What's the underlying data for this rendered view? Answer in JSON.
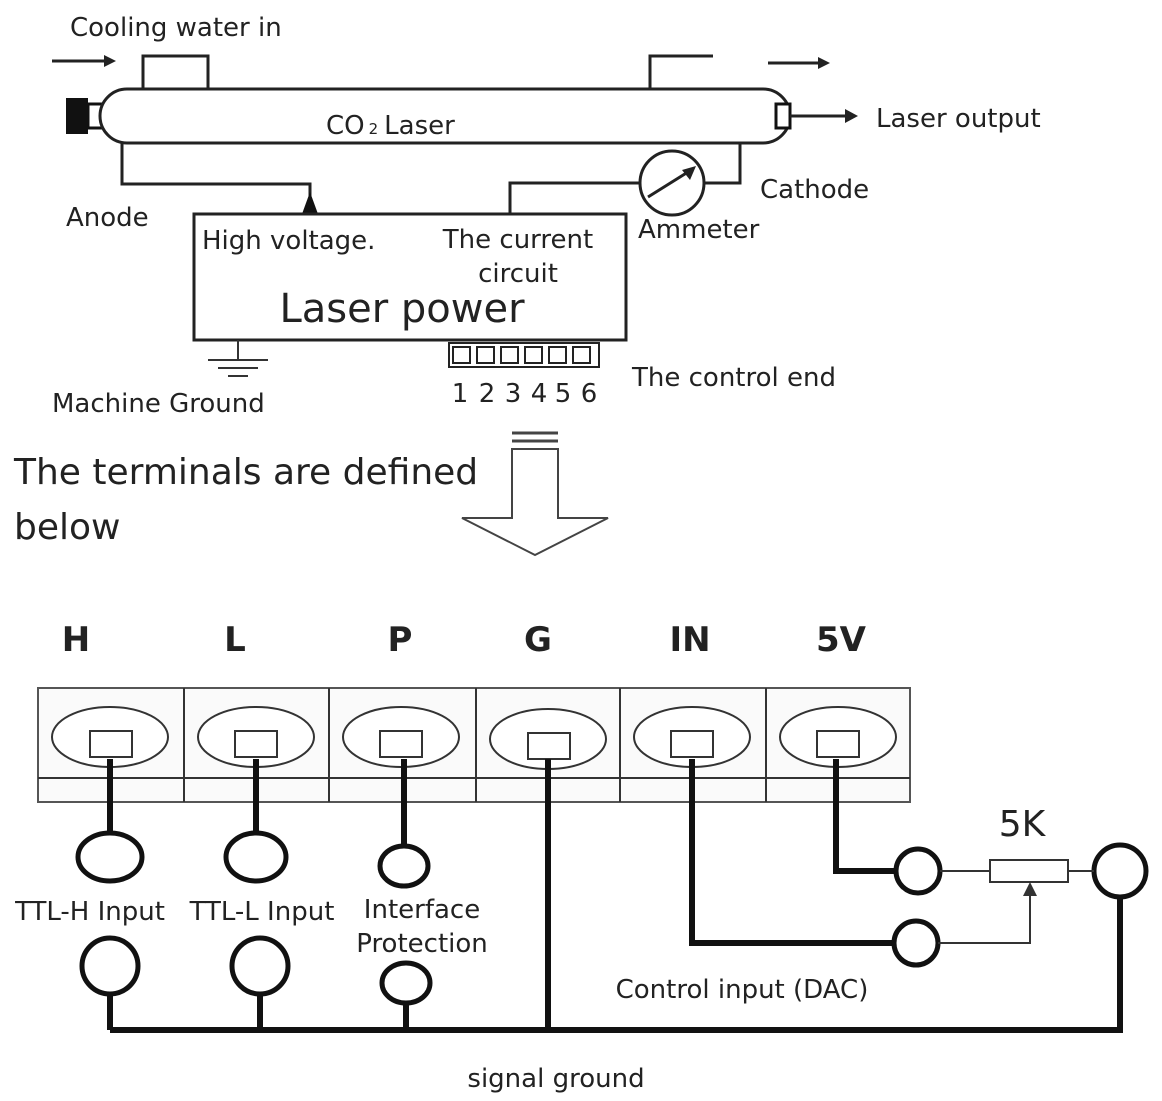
{
  "top": {
    "cooling_water_in": "Cooling water in",
    "co2_prefix": "CO",
    "co2_subscript": "2",
    "laser_word": "Laser",
    "laser_output": "Laser output",
    "anode": "Anode",
    "cathode": "Cathode",
    "ammeter": "Ammeter",
    "high_voltage": "High voltage.",
    "current_circuit_line1": "The current",
    "current_circuit_line2": "circuit",
    "laser_power": "Laser power",
    "control_end": "The control end",
    "pin_numbers": [
      "1",
      "2",
      "3",
      "4",
      "5",
      "6"
    ],
    "machine_ground": "Machine Ground"
  },
  "transition": {
    "line1": "The terminals are defined",
    "line2": "below"
  },
  "terminals": {
    "labels": [
      "H",
      "L",
      "P",
      "G",
      "IN",
      "5V"
    ]
  },
  "bottom": {
    "ttl_h_input": "TTL-H Input",
    "ttl_l_input": "TTL-L Input",
    "interface_line1": "Interface",
    "interface_line2": "Protection",
    "resistor": "5K",
    "control_input": "Control input (DAC)",
    "signal_ground": "signal ground"
  }
}
